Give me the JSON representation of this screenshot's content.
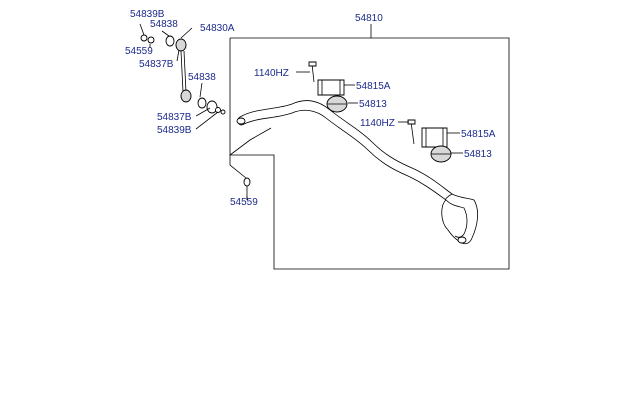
{
  "diagram": {
    "labels": {
      "main_bar": "54810",
      "link_nut_top": "54839B",
      "link_bush_top": "54838",
      "link_assy": "54830A",
      "washer_top": "54559",
      "link_bush_top_b": "54837B",
      "link_bush_low": "54838",
      "link_bush_low_b": "54837B",
      "link_nut_low": "54839B",
      "bolt_left": "1140HZ",
      "bracket_left": "54815A",
      "bushing_left": "54813",
      "bolt_right": "1140HZ",
      "bracket_right": "54815A",
      "bushing_right": "54813",
      "washer_bottom": "54559"
    }
  }
}
